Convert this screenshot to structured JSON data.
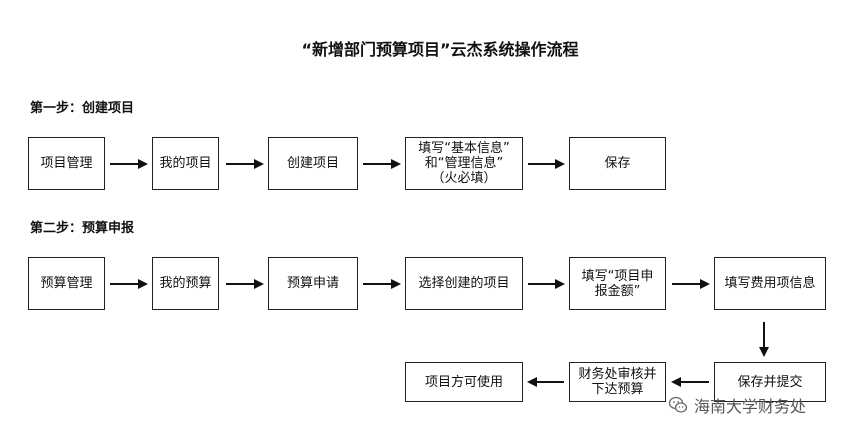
{
  "title": "“新增部门预算项目”云杰系统操作流程",
  "step1": {
    "label": "第一步：创建项目",
    "nodes": [
      "项目管理",
      "我的项目",
      "创建项目",
      "填写“基本信息”\n和“管理信息”\n（火必填）",
      "保存"
    ]
  },
  "step2": {
    "label": "第二步：预算申报",
    "nodes": [
      "预算管理",
      "我的预算",
      "预算申请",
      "选择创建的项目",
      "填写“项目申\n报金额”",
      "填写费用项信息",
      "保存并提交",
      "财务处审核并\n下达预算",
      "项目方可使用"
    ]
  },
  "watermark": "海南大学财务处",
  "icons": {
    "watermark": "wechat-icon"
  }
}
